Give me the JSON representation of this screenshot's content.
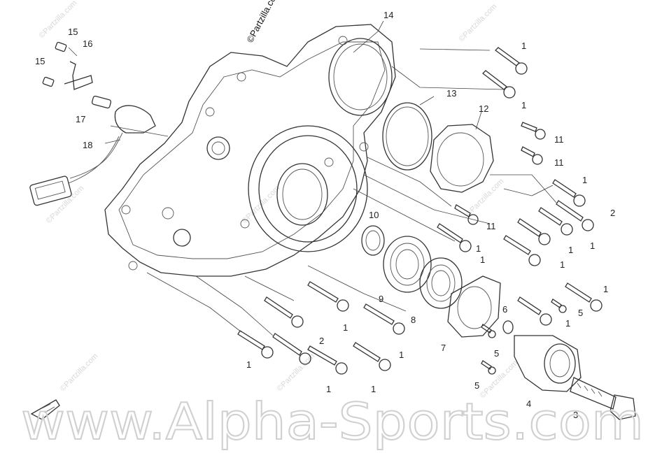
{
  "copyright_text": "©Partzilla.com",
  "watermark_text": "www.Alpha-Sports.com",
  "site_watermark": "©Partzilla.com",
  "colors": {
    "line": "#333333",
    "text": "#222222",
    "watermark": "#d0d0d0"
  },
  "callouts": [
    {
      "id": "c-14",
      "label": "14"
    },
    {
      "id": "c-15a",
      "label": "15"
    },
    {
      "id": "c-16",
      "label": "16"
    },
    {
      "id": "c-15b",
      "label": "15"
    },
    {
      "id": "c-17",
      "label": "17"
    },
    {
      "id": "c-18",
      "label": "18"
    },
    {
      "id": "c-1a",
      "label": "1"
    },
    {
      "id": "c-1b",
      "label": "1"
    },
    {
      "id": "c-13",
      "label": "13"
    },
    {
      "id": "c-12",
      "label": "12"
    },
    {
      "id": "c-11a",
      "label": "11"
    },
    {
      "id": "c-11b",
      "label": "11"
    },
    {
      "id": "c-1c",
      "label": "1"
    },
    {
      "id": "c-2a",
      "label": "2"
    },
    {
      "id": "c-11c",
      "label": "11"
    },
    {
      "id": "c-10",
      "label": "10"
    },
    {
      "id": "c-1d",
      "label": "1"
    },
    {
      "id": "c-1e",
      "label": "1"
    },
    {
      "id": "c-1f",
      "label": "1"
    },
    {
      "id": "c-1g",
      "label": "1"
    },
    {
      "id": "c-1h",
      "label": "1"
    },
    {
      "id": "c-9",
      "label": "9"
    },
    {
      "id": "c-8",
      "label": "8"
    },
    {
      "id": "c-6",
      "label": "6"
    },
    {
      "id": "c-5a",
      "label": "5"
    },
    {
      "id": "c-1i",
      "label": "1"
    },
    {
      "id": "c-1j",
      "label": "1"
    },
    {
      "id": "c-7",
      "label": "7"
    },
    {
      "id": "c-5b",
      "label": "5"
    },
    {
      "id": "c-1k",
      "label": "1"
    },
    {
      "id": "c-2b",
      "label": "2"
    },
    {
      "id": "c-1l",
      "label": "1"
    },
    {
      "id": "c-1m",
      "label": "1"
    },
    {
      "id": "c-1n",
      "label": "1"
    },
    {
      "id": "c-1o",
      "label": "1"
    },
    {
      "id": "c-5c",
      "label": "5"
    },
    {
      "id": "c-4",
      "label": "4"
    },
    {
      "id": "c-3",
      "label": "3"
    }
  ]
}
